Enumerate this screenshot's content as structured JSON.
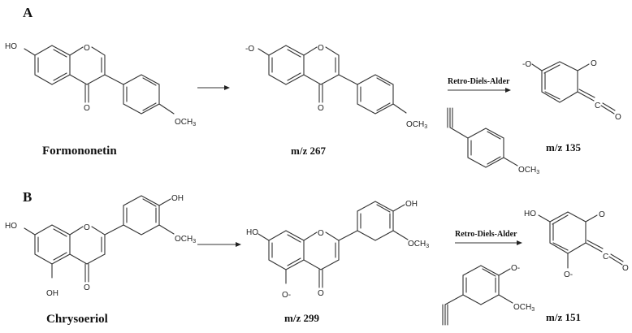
{
  "panels": {
    "A": {
      "label": "A",
      "precursor": {
        "name": "Formononetin",
        "substituents": {
          "hydroxyl": "HO",
          "carbonyl": "O",
          "ring_oxygen": "O",
          "methoxy": "OCH",
          "methoxy_sub": "3"
        }
      },
      "ion": {
        "mz_label": "m/z  267",
        "substituents": {
          "phenoxide": "-O",
          "carbonyl": "O",
          "ring_oxygen": "O",
          "methoxy": "OCH",
          "methoxy_sub": "3"
        }
      },
      "reaction_label": "Retro-Diels-Alder",
      "neutral_loss": {
        "substituents": {
          "methoxy": "OCH",
          "methoxy_sub": "3"
        }
      },
      "fragment": {
        "mz_label": "m/z  135",
        "substituents": {
          "phenoxide": "-O",
          "carbonyl": "O",
          "ketene_c": "C",
          "ketene_o": "O"
        }
      }
    },
    "B": {
      "label": "B",
      "precursor": {
        "name": "Chrysoeriol",
        "substituents": {
          "hydroxyl7": "HO",
          "hydroxyl5": "OH",
          "carbonyl": "O",
          "ring_oxygen": "O",
          "hydroxyl4p": "OH",
          "methoxy": "OCH",
          "methoxy_sub": "3"
        }
      },
      "ion": {
        "mz_label": "m/z  299",
        "substituents": {
          "hydroxyl7": "HO",
          "phenoxide5": "O-",
          "carbonyl": "O",
          "ring_oxygen": "O",
          "hydroxyl4p": "OH",
          "methoxy": "OCH",
          "methoxy_sub": "3"
        }
      },
      "reaction_label": "Retro-Diels-Alder",
      "neutral_loss": {
        "substituents": {
          "phenoxide": "O-",
          "methoxy": "OCH",
          "methoxy_sub": "3"
        }
      },
      "fragment": {
        "mz_label": "m/z  151",
        "substituents": {
          "hydroxyl": "HO",
          "phenoxide": "O-",
          "carbonyl": "O",
          "ketene_c": "C",
          "ketene_o": "O"
        }
      }
    }
  },
  "colors": {
    "ink": "#222222",
    "background": "#ffffff"
  }
}
